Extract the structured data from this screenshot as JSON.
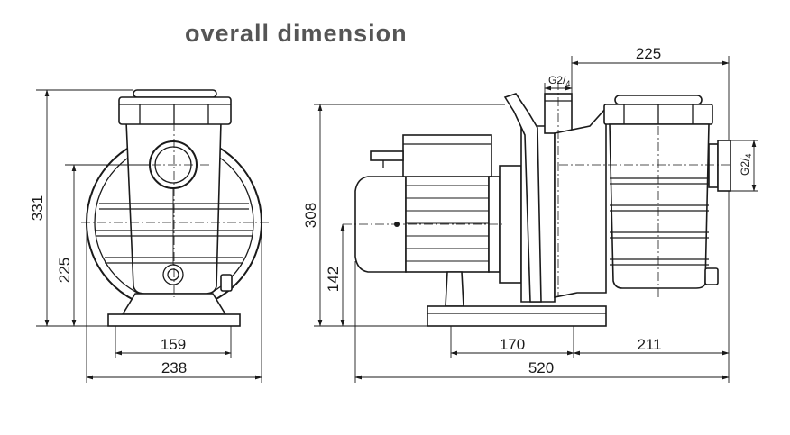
{
  "title": "overall dimension",
  "dimensions": {
    "front_height": "331",
    "front_axis_height": "225",
    "front_base_width": "159",
    "front_overall_width": "238",
    "side_height": "308",
    "side_axis_height": "142",
    "side_top_offset": "225",
    "side_base_spacing": "170",
    "side_base_to_end": "211",
    "side_overall_length": "520",
    "port_top_label": "G2",
    "port_side_label": "G2",
    "port_fraction_sub": "4"
  },
  "colors": {
    "line": "#1a1a1a",
    "title": "#555555",
    "background": "#ffffff"
  }
}
